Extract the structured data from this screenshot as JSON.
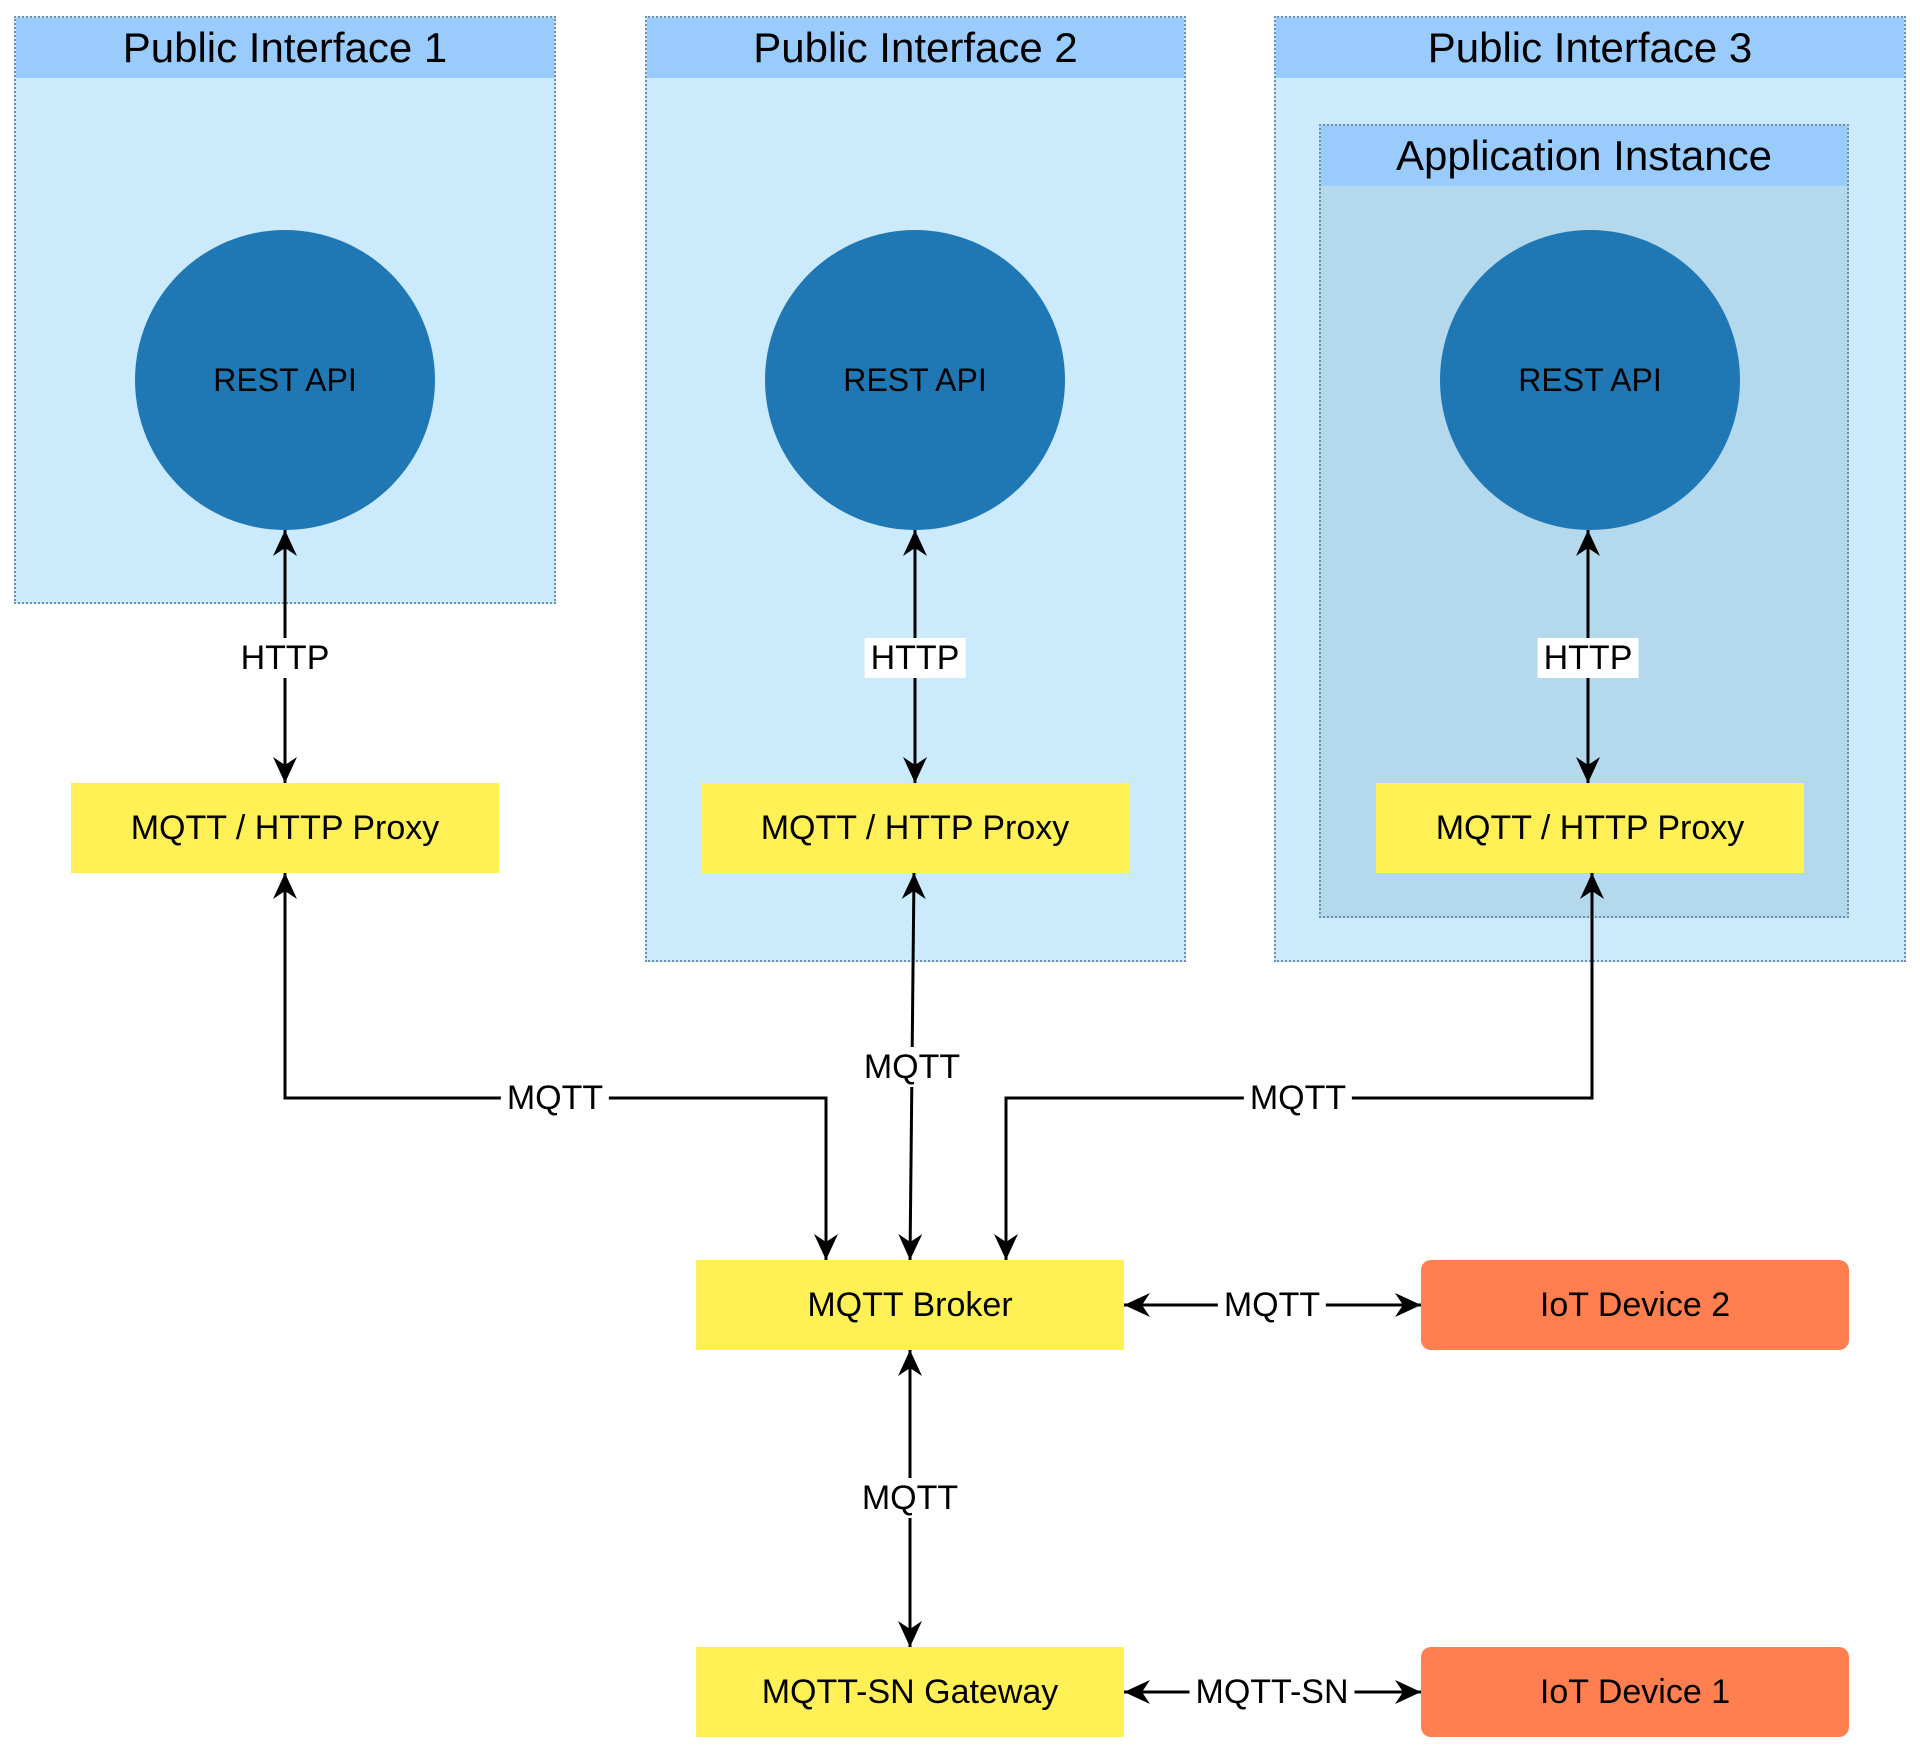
{
  "groups": {
    "pi1": {
      "title": "Public Interface 1"
    },
    "pi2": {
      "title": "Public Interface 2"
    },
    "pi3": {
      "title": "Public Interface 3"
    },
    "app": {
      "title": "Application Instance"
    }
  },
  "nodes": {
    "rest1": "REST API",
    "rest2": "REST API",
    "rest3": "REST API",
    "proxy1": "MQTT / HTTP Proxy",
    "proxy2": "MQTT / HTTP Proxy",
    "proxy3": "MQTT / HTTP Proxy",
    "broker": "MQTT Broker",
    "gateway": "MQTT-SN Gateway",
    "device2": "IoT Device 2",
    "device1": "IoT Device 1"
  },
  "edges": {
    "http1": "HTTP",
    "http2": "HTTP",
    "http3": "HTTP",
    "mqtt_proxy1_broker": "MQTT",
    "mqtt_proxy2_broker": "MQTT",
    "mqtt_proxy3_broker": "MQTT",
    "mqtt_broker_device2": "MQTT",
    "mqtt_broker_gateway": "MQTT",
    "mqttsn_gateway_device1": "MQTT-SN"
  },
  "colors": {
    "group_fill": "#cbebfd",
    "group_header": "#99cbfd",
    "inner_group_fill": "#b4d8ec",
    "circle": "#1f77b4",
    "component": "#fff155",
    "device": "#ff7f50"
  }
}
